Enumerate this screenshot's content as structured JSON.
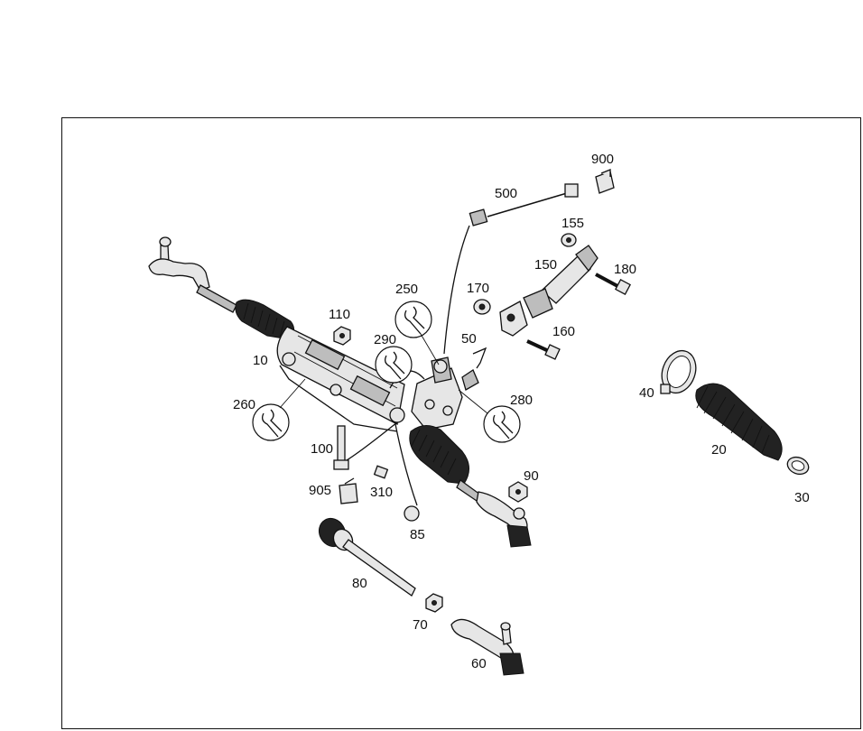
{
  "labels": {
    "l900": "900",
    "l500": "500",
    "l155": "155",
    "l150": "150",
    "l180": "180",
    "l170": "170",
    "l250": "250",
    "l110": "110",
    "l290": "290",
    "l50": "50",
    "l160": "160",
    "l10": "10",
    "l260": "260",
    "l280": "280",
    "l40": "40",
    "l20": "20",
    "l100": "100",
    "l90": "90",
    "l905": "905",
    "l310": "310",
    "l85": "85",
    "l30": "30",
    "l80": "80",
    "l70": "70",
    "l60": "60"
  },
  "icons": {
    "wrench_callout": "wrench-icon"
  }
}
